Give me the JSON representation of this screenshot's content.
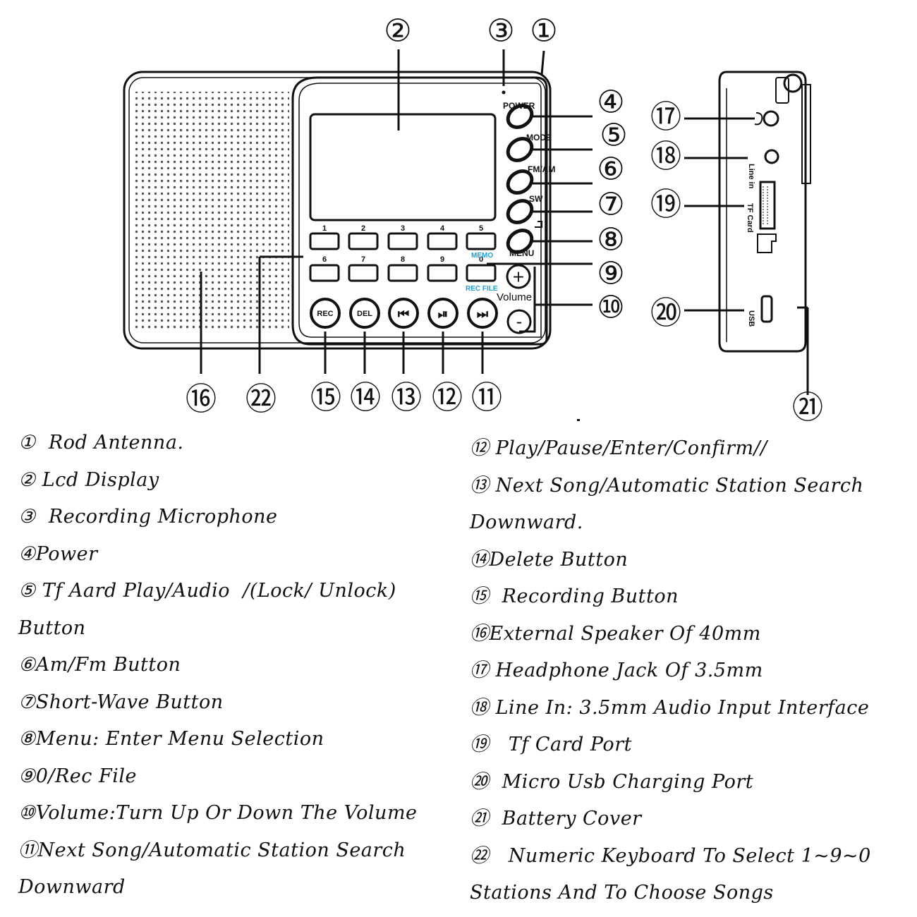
{
  "diagram": {
    "callout_numbers": [
      "①",
      "②",
      "③",
      "④",
      "⑤",
      "⑥",
      "⑦",
      "⑧",
      "⑨",
      "⑩",
      "⑪",
      "⑫",
      "⑬",
      "⑭",
      "⑮",
      "⑯",
      "⑰",
      "⑱",
      "⑲",
      "⑳",
      "㉑",
      "㉒"
    ],
    "side_buttons": [
      "POWER",
      "MODE",
      "FM/AM",
      "SW",
      "MENU"
    ],
    "keypad_top": [
      "1",
      "2",
      "3",
      "4",
      "5"
    ],
    "keypad_bottom": [
      "6",
      "7",
      "8",
      "9",
      "0"
    ],
    "memo_label": "MEMO",
    "recfile_label": "REC FILE",
    "volume_label": "Volume",
    "vol_plus": "+",
    "vol_minus": "-",
    "transport": [
      "REC",
      "DEL",
      "⏮",
      "⏯",
      "⏭"
    ],
    "side_ports": [
      "Line in",
      "TF Card",
      "USB"
    ]
  },
  "legend_left": [
    "①  Rod Antenna.",
    "② Lcd Display",
    "③  Recording Microphone",
    "④Power",
    "⑤ Tf Aard Play/Audio  /(Lock/ Unlock)",
    "Button",
    "⑥Am/Fm Button",
    "⑦Short-Wave Button",
    "⑧Menu: Enter Menu Selection",
    "⑨0/Rec File",
    "⑩Volume:Turn Up Or Down The Volume",
    "⑪Next Song/Automatic Station Search",
    "Downward"
  ],
  "legend_right": [
    "⑫ Play/Pause/Enter/Confirm//",
    "⑬ Next Song/Automatic Station Search",
    "Downward.",
    "⑭Delete Button",
    "⑮  Recording Button",
    "⑯External Speaker Of 40mm",
    "⑰ Headphone Jack Of 3.5mm",
    "⑱ Line In: 3.5mm Audio Input Interface",
    "⑲   Tf Card Port",
    "⑳  Micro Usb Charging Port",
    "㉑  Battery Cover",
    "㉒   Numeric Keyboard To Select 1~9~0",
    "Stations And To Choose Songs"
  ]
}
